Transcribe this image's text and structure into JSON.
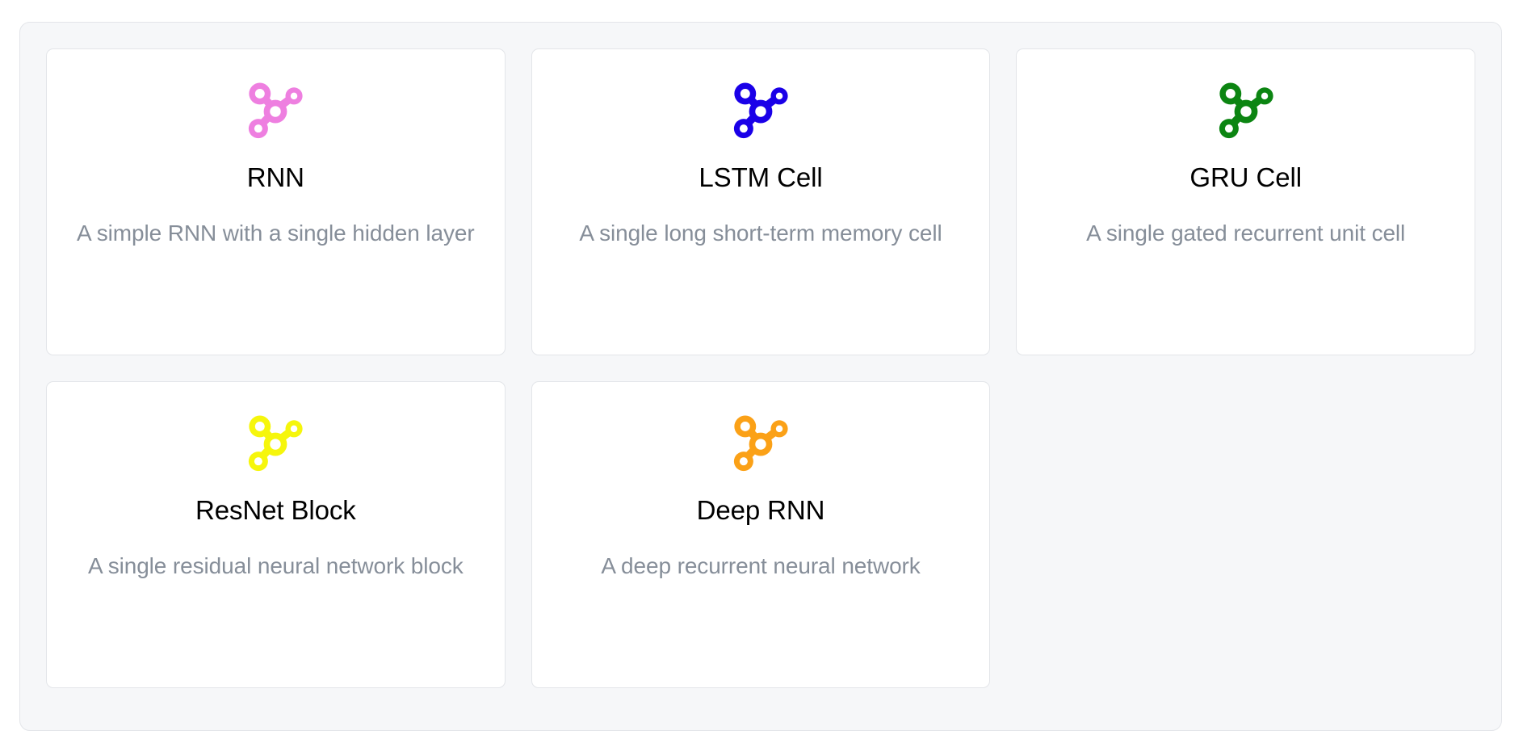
{
  "panel": {
    "background_color": "#f6f7f9",
    "border_color": "#e3e5e9"
  },
  "card_defaults": {
    "background_color": "#ffffff",
    "border_color": "#e3e5e9",
    "title_color": "#000000",
    "description_color": "#868e99"
  },
  "cards": [
    {
      "id": "rnn",
      "title": "RNN",
      "description": "A simple RNN with a single hidden layer",
      "icon": "neural-network-node-graph-icon",
      "icon_color": "#EE7FE0"
    },
    {
      "id": "lstm-cell",
      "title": "LSTM Cell",
      "description": "A single long short-term memory cell",
      "icon": "neural-network-node-graph-icon",
      "icon_color": "#1A00E8"
    },
    {
      "id": "gru-cell",
      "title": "GRU Cell",
      "description": "A single gated recurrent unit cell",
      "icon": "neural-network-node-graph-icon",
      "icon_color": "#0C8512"
    },
    {
      "id": "resnet-block",
      "title": "ResNet Block",
      "description": "A single residual neural network block",
      "icon": "neural-network-node-graph-icon",
      "icon_color": "#F6F60C"
    },
    {
      "id": "deep-rnn",
      "title": "Deep RNN",
      "description": "A deep recurrent neural network",
      "icon": "neural-network-node-graph-icon",
      "icon_color": "#FBA117"
    }
  ]
}
